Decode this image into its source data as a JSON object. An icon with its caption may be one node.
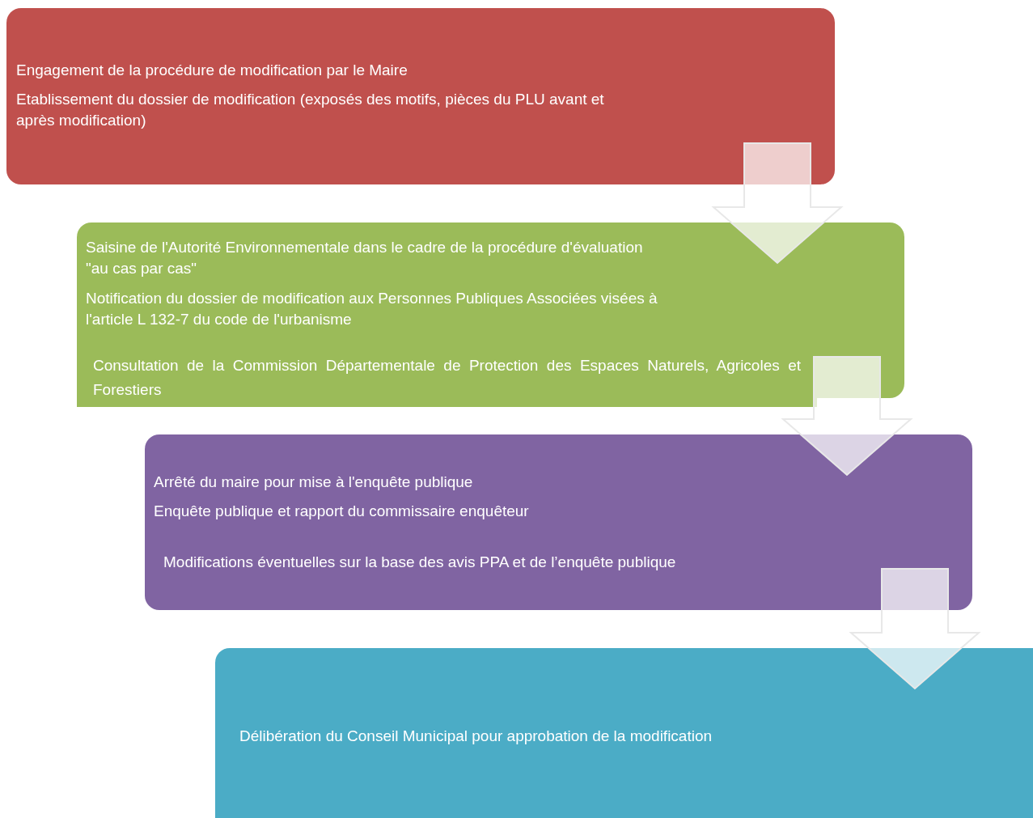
{
  "diagram": {
    "nodes": [
      {
        "text": [
          "Engagement de la procédure de modification par le Maire",
          "Etablissement du dossier de modification (exposés des motifs, pièces du PLU avant et après modification)"
        ]
      },
      {
        "text": [
          "Saisine de l'Autorité Environnementale dans le cadre de la procédure d'évaluation \"au cas par cas\"",
          "Notification du dossier de modification aux Personnes Publiques Associées visées à l'article L 132-7 du code de l'urbanisme",
          "Consultation de la Commission Départementale de Protection des Espaces Naturels, Agricoles et Forestiers"
        ]
      },
      {
        "text": [
          "Arrêté du maire pour mise à l'enquête publique",
          "Enquête publique et rapport du commissaire enquêteur",
          "Modifications éventuelles sur la base des avis PPA et de l’enquête publique"
        ]
      },
      {
        "text": [
          "Délibération du Conseil Municipal pour approbation de la modification"
        ]
      }
    ],
    "edges": [
      {
        "from": 0,
        "to": 1,
        "arrow": "to"
      },
      {
        "from": 1,
        "to": 2,
        "arrow": "to"
      },
      {
        "from": 2,
        "to": 3,
        "arrow": "to"
      }
    ]
  }
}
